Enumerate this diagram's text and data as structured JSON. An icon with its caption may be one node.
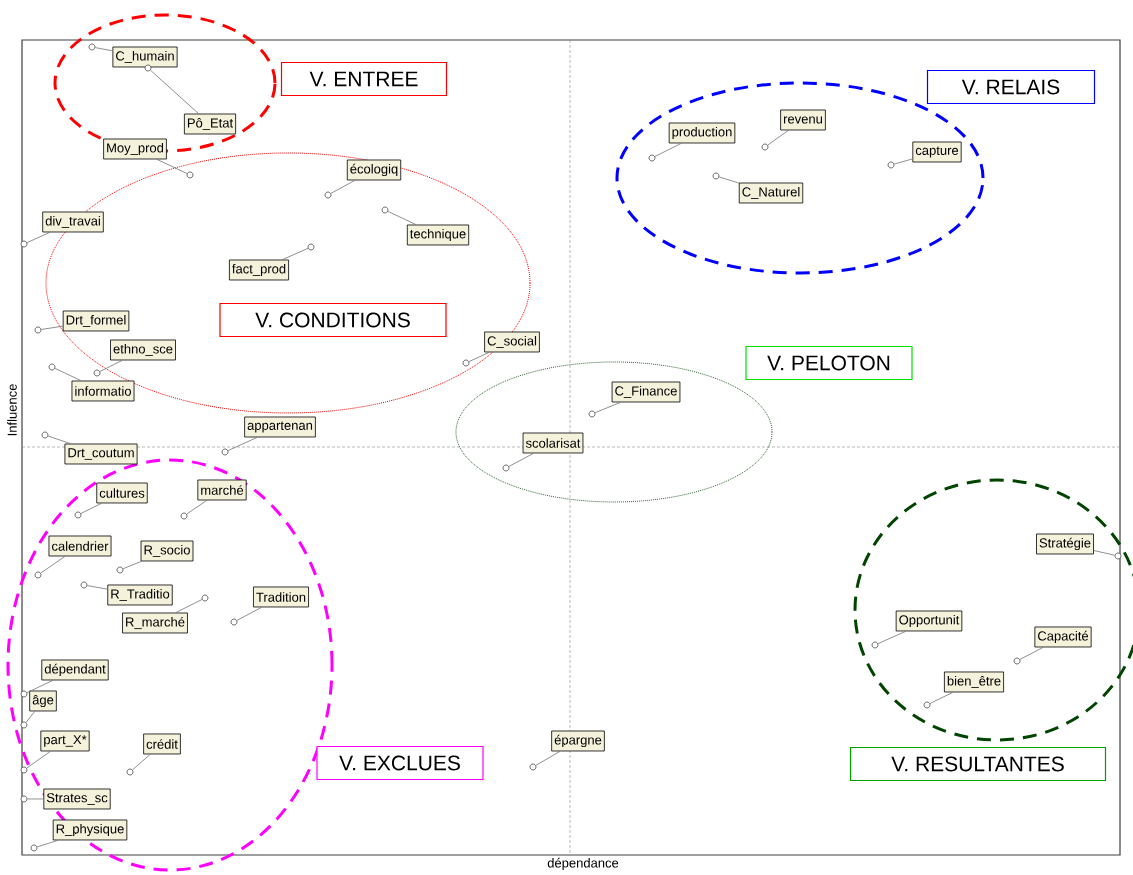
{
  "diagram": {
    "nodes": [
      {
        "text": [
          "C_humain"
        ]
      },
      {
        "text": [
          "Pô_Etat"
        ]
      },
      {
        "text": [
          "Moy_prod"
        ]
      },
      {
        "text": [
          "écologiq"
        ]
      },
      {
        "text": [
          "technique"
        ]
      },
      {
        "text": [
          "div_travai"
        ]
      },
      {
        "text": [
          "fact_prod"
        ]
      },
      {
        "text": [
          "Drt_formel"
        ]
      },
      {
        "text": [
          "ethno_sce"
        ]
      },
      {
        "text": [
          "informatio"
        ]
      },
      {
        "text": [
          "C_social"
        ]
      },
      {
        "text": [
          "appartenan"
        ]
      },
      {
        "text": [
          "Drt_coutum"
        ]
      },
      {
        "text": [
          "cultures"
        ]
      },
      {
        "text": [
          "marché"
        ]
      },
      {
        "text": [
          "calendrier"
        ]
      },
      {
        "text": [
          "R_socio"
        ]
      },
      {
        "text": [
          "R_Traditio"
        ]
      },
      {
        "text": [
          "R_marché"
        ]
      },
      {
        "text": [
          "Tradition"
        ]
      },
      {
        "text": [
          "dépendant"
        ]
      },
      {
        "text": [
          "âge"
        ]
      },
      {
        "text": [
          "part_X*"
        ]
      },
      {
        "text": [
          "crédit"
        ]
      },
      {
        "text": [
          "Strates_sc"
        ]
      },
      {
        "text": [
          "R_physique"
        ]
      },
      {
        "text": [
          "production"
        ]
      },
      {
        "text": [
          "revenu"
        ]
      },
      {
        "text": [
          "C_Naturel"
        ]
      },
      {
        "text": [
          "capture"
        ]
      },
      {
        "text": [
          "C_Finance"
        ]
      },
      {
        "text": [
          "scolarisat"
        ]
      },
      {
        "text": [
          "épargne"
        ]
      },
      {
        "text": [
          "Stratégie"
        ]
      },
      {
        "text": [
          "Opportunit"
        ]
      },
      {
        "text": [
          "Capacité"
        ]
      },
      {
        "text": [
          "bien_être"
        ]
      },
      {
        "text": [
          "V. ENTREE"
        ]
      },
      {
        "text": [
          "V. RELAIS"
        ]
      },
      {
        "text": [
          "V. CONDITIONS"
        ]
      },
      {
        "text": [
          "V. PELOTON"
        ]
      },
      {
        "text": [
          "V. EXCLUES"
        ]
      },
      {
        "text": [
          "V. RESULTANTES"
        ]
      },
      {
        "text": [],
        "shape": "circle"
      },
      {
        "text": [],
        "shape": "circle"
      },
      {
        "text": [],
        "shape": "circle"
      },
      {
        "text": [],
        "shape": "circle"
      },
      {
        "text": [],
        "shape": "circle"
      },
      {
        "text": [],
        "shape": "circle"
      },
      {
        "text": [],
        "shape": "circle"
      },
      {
        "text": [],
        "shape": "circle"
      },
      {
        "text": [],
        "shape": "circle"
      },
      {
        "text": [],
        "shape": "circle"
      },
      {
        "text": [],
        "shape": "circle"
      },
      {
        "text": [],
        "shape": "circle"
      },
      {
        "text": [],
        "shape": "circle"
      },
      {
        "text": [],
        "shape": "circle"
      },
      {
        "text": [],
        "shape": "circle"
      },
      {
        "text": [],
        "shape": "circle"
      },
      {
        "text": [],
        "shape": "circle"
      },
      {
        "text": [],
        "shape": "circle"
      },
      {
        "text": [],
        "shape": "circle"
      },
      {
        "text": [],
        "shape": "circle"
      },
      {
        "text": [],
        "shape": "circle"
      },
      {
        "text": [],
        "shape": "circle"
      },
      {
        "text": [],
        "shape": "circle"
      },
      {
        "text": [],
        "shape": "circle"
      },
      {
        "text": [],
        "shape": "circle"
      },
      {
        "text": [],
        "shape": "circle"
      },
      {
        "text": [],
        "shape": "circle"
      },
      {
        "text": [],
        "shape": "circle"
      },
      {
        "text": [],
        "shape": "circle"
      },
      {
        "text": [],
        "shape": "circle"
      },
      {
        "text": [],
        "shape": "circle"
      },
      {
        "text": [],
        "shape": "circle"
      },
      {
        "text": [],
        "shape": "circle"
      },
      {
        "text": [],
        "shape": "circle"
      },
      {
        "text": [],
        "shape": "circle"
      },
      {
        "text": [],
        "shape": "circle"
      },
      {
        "text": [],
        "shape": "circle"
      }
    ],
    "edges": [
      {
        "from": 0,
        "to": 43,
        "arrow": "none"
      },
      {
        "from": 1,
        "to": 44,
        "arrow": "none"
      },
      {
        "from": 2,
        "to": 45,
        "arrow": "none"
      },
      {
        "from": 3,
        "to": 46,
        "arrow": "none"
      },
      {
        "from": 4,
        "to": 47,
        "arrow": "none"
      },
      {
        "from": 5,
        "to": 48,
        "arrow": "none"
      },
      {
        "from": 6,
        "to": 49,
        "arrow": "none"
      },
      {
        "from": 7,
        "to": 50,
        "arrow": "none"
      },
      {
        "from": 8,
        "to": 51,
        "arrow": "none"
      },
      {
        "from": 9,
        "to": 52,
        "arrow": "none"
      },
      {
        "from": 10,
        "to": 53,
        "arrow": "none"
      },
      {
        "from": 11,
        "to": 54,
        "arrow": "none"
      },
      {
        "from": 12,
        "to": 55,
        "arrow": "none"
      },
      {
        "from": 13,
        "to": 56,
        "arrow": "none"
      },
      {
        "from": 14,
        "to": 57,
        "arrow": "none"
      },
      {
        "from": 15,
        "to": 58,
        "arrow": "none"
      },
      {
        "from": 16,
        "to": 59,
        "arrow": "none"
      },
      {
        "from": 17,
        "to": 60,
        "arrow": "none"
      },
      {
        "from": 18,
        "to": 61,
        "arrow": "none"
      },
      {
        "from": 19,
        "to": 62,
        "arrow": "none"
      },
      {
        "from": 20,
        "to": 63,
        "arrow": "none"
      },
      {
        "from": 21,
        "to": 64,
        "arrow": "none"
      },
      {
        "from": 22,
        "to": 65,
        "arrow": "none"
      },
      {
        "from": 23,
        "to": 66,
        "arrow": "none"
      },
      {
        "from": 24,
        "to": 67,
        "arrow": "none"
      },
      {
        "from": 25,
        "to": 68,
        "arrow": "none"
      },
      {
        "from": 26,
        "to": 69,
        "arrow": "none"
      },
      {
        "from": 27,
        "to": 70,
        "arrow": "none"
      },
      {
        "from": 28,
        "to": 71,
        "arrow": "none"
      },
      {
        "from": 29,
        "to": 72,
        "arrow": "none"
      },
      {
        "from": 30,
        "to": 73,
        "arrow": "none"
      },
      {
        "from": 31,
        "to": 74,
        "arrow": "none"
      },
      {
        "from": 32,
        "to": 75,
        "arrow": "none"
      },
      {
        "from": 33,
        "to": 76,
        "arrow": "none"
      },
      {
        "from": 34,
        "to": 77,
        "arrow": "none"
      },
      {
        "from": 35,
        "to": 78,
        "arrow": "none"
      },
      {
        "from": 36,
        "to": 79,
        "arrow": "none"
      }
    ],
    "labels": [
      "Influence",
      "dépendance"
    ]
  }
}
